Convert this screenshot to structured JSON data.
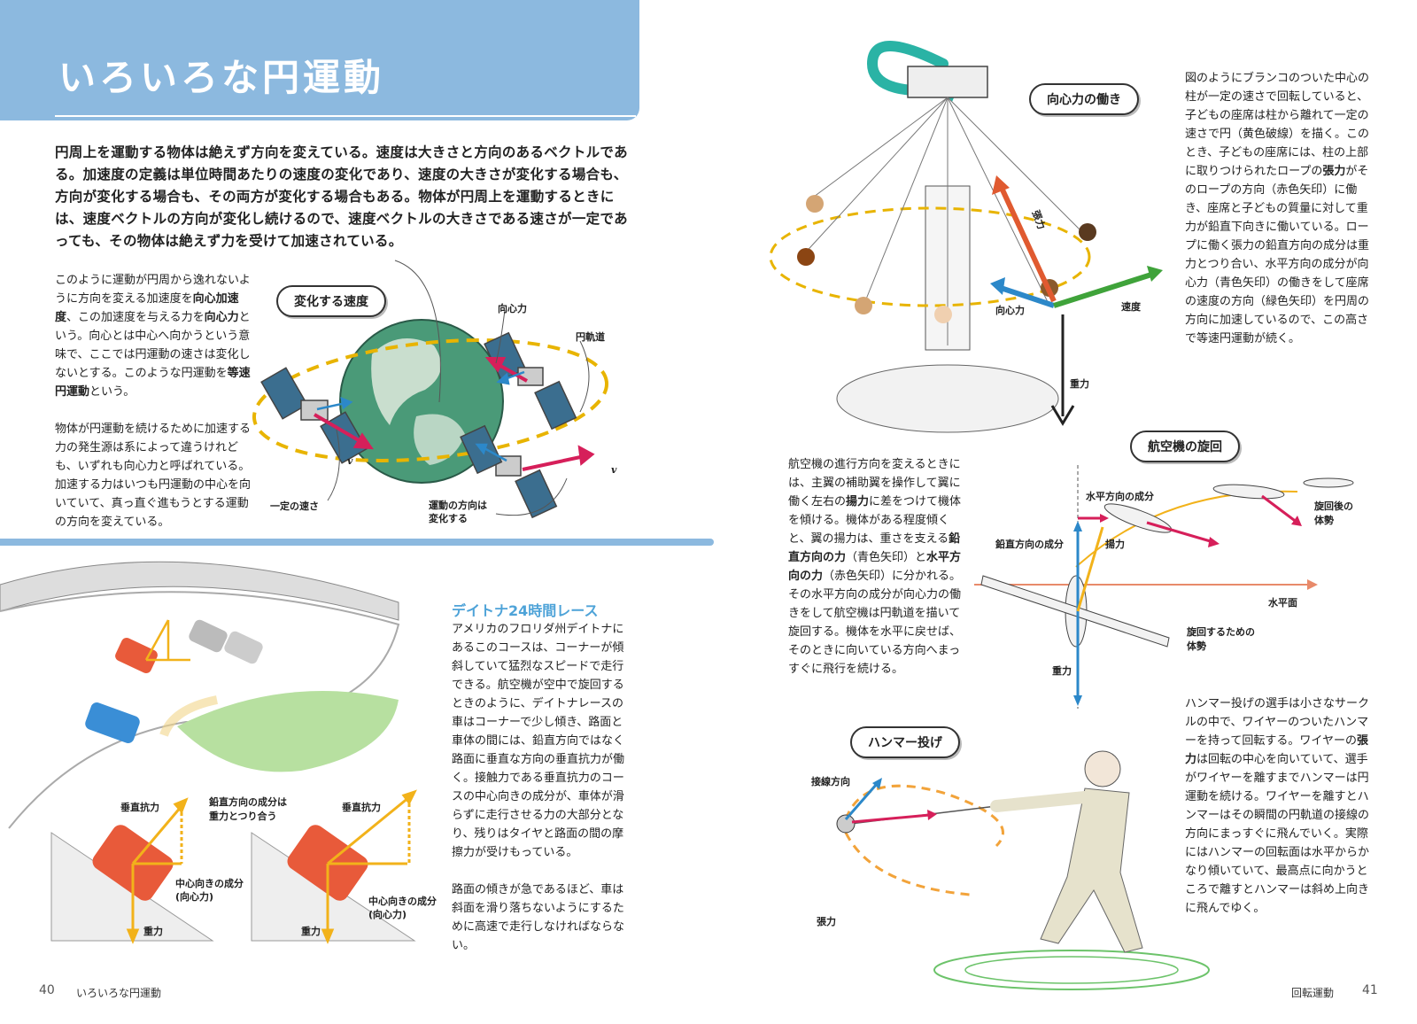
{
  "title": "いろいろな円運動",
  "intro": "円周上を運動する物体は絶えず方向を変えている。速度は大きさと方向のあるベクトルである。加速度の定義は単位時間あたりの速度の変化であり、速度の大きさが変化する場合も、方向が変化する場合も、その両方が変化する場合もある。物体が円周上を運動するときには、速度ベクトルの方向が変化し続けるので、速度ベクトルの大きさである速さが一定であっても、その物体は絶えず力を受けて加速されている。",
  "left_col": {
    "p1_a": "このように運動が円周から逸れないように方向を変える加速度を",
    "p1_b1": "向心加速度",
    "p1_c": "、この加速度を与える力を",
    "p1_b2": "向心力",
    "p1_d": "という。向心とは中心へ向かうという意味で、ここでは円運動の速さは変化しないとする。このような円運動を",
    "p1_b3": "等速円運動",
    "p1_e": "という。",
    "p2": "物体が円運動を続けるために加速する力の発生源は系によって違うけれども、いずれも向心力と呼ばれている。加速する力はいつも円運動の中心を向いていて、真っ直ぐ進もうとする運動の方向を変えている。"
  },
  "satellite_fig": {
    "pill": "変化する速度",
    "label_centripetal": "向心力",
    "label_orbit": "円軌道",
    "label_const_speed": "一定の速さ",
    "label_direction": "運動の方向は\n変化する",
    "v": "v"
  },
  "daytona": {
    "heading": "デイトナ24時間レース",
    "p1": "アメリカのフロリダ州デイトナにあるこのコースは、コーナーが傾斜していて猛烈なスピードで走行できる。航空機が空中で旋回するときのように、デイトナレースの車はコーナーで少し傾き、路面と車体の間には、鉛直方向ではなく路面に垂直な方向の垂直抗力が働く。接触力である垂直抗力のコースの中心向きの成分が、車体が滑らずに走行させる力の大部分となり、残りはタイヤと路面の間の摩擦力が受けもっている。",
    "p2": "路面の傾きが急であるほど、車は斜面を滑り落ちないようにするために高速で走行しなければならない。"
  },
  "car_fig": {
    "normal1": "垂直抗力",
    "vertical_note": "鉛直方向の成分は\n重力とつり合う",
    "normal2": "垂直抗力",
    "centripetal1": "中心向きの成分\n(向心力)",
    "centripetal2": "中心向きの成分\n(向心力)",
    "gravity1": "重力",
    "gravity2": "重力"
  },
  "swing_fig": {
    "pill": "向心力の働き",
    "tension": "張力",
    "centripetal": "向心力",
    "speed": "速度",
    "gravity": "重力"
  },
  "swing_text": {
    "a": "図のようにブランコのついた中心の柱が一定の速さで回転していると、子どもの座席は柱から離れて一定の速さで円（黄色破線）を描く。このとき、子どもの座席には、柱の上部に取りつけられたロープの",
    "b": "張力",
    "c": "がそのロープの方向（赤色矢印）に働き、座席と子どもの質量に対して重力が鉛直下向きに働いている。ロープに働く張力の鉛直方向の成分は重力とつり合い、水平方向の成分が向心力（青色矢印）の働きをして座席の速度の方向（緑色矢印）を円周の方向に加速しているので、この高さで等速円運動が続く。"
  },
  "aircraft_text": {
    "a": "航空機の進行方向を変えるときには、主翼の補助翼を操作して翼に働く左右の",
    "b1": "揚力",
    "c": "に差をつけて機体を傾ける。機体がある程度傾くと、翼の揚力は、重さを支える",
    "b2": "鉛直方向の力",
    "d": "（青色矢印）と",
    "b3": "水平方向の力",
    "e": "（赤色矢印）に分かれる。その水平方向の成分が向心力の働きをして航空機は円軌道を描いて旋回する。機体を水平に戻せば、そのときに向いている方向へまっすぐに飛行を続ける。"
  },
  "aircraft_fig": {
    "pill": "航空機の旋回",
    "horizontal_comp": "水平方向の成分",
    "after_turn": "旋回後の\n体勢",
    "vertical_comp": "鉛直方向の成分",
    "lift": "揚力",
    "horizontal_plane": "水平面",
    "turning": "旋回するための\n体勢",
    "gravity": "重力"
  },
  "hammer_fig": {
    "pill": "ハンマー投げ",
    "tangent": "接線方向",
    "tension": "張力"
  },
  "hammer_text": {
    "a": "ハンマー投げの選手は小さなサークルの中で、ワイヤーのついたハンマーを持って回転する。ワイヤーの",
    "b": "張力",
    "c": "は回転の中心を向いていて、選手がワイヤーを離すまでハンマーは円運動を続ける。ワイヤーを離すとハンマーはその瞬間の円軌道の接線の方向にまっすぐに飛んでいく。実際にはハンマーの回転面は水平からかなり傾いていて、最高点に向かうところで離すとハンマーは斜め上向きに飛んでゆく。"
  },
  "footer": {
    "left_page": "40",
    "left_running": "いろいろな円運動",
    "right_running": "回転運動",
    "right_page": "41"
  },
  "colors": {
    "accent_blue": "#8cb9df",
    "heading_blue": "#4ea3d8",
    "arrow_red": "#d61f5a",
    "arrow_blue": "#2c88c9",
    "arrow_green": "#3fa33a",
    "arrow_yellow": "#f2b21a",
    "orbit_yellow": "#e8b400",
    "teal": "#2ab3a5"
  }
}
